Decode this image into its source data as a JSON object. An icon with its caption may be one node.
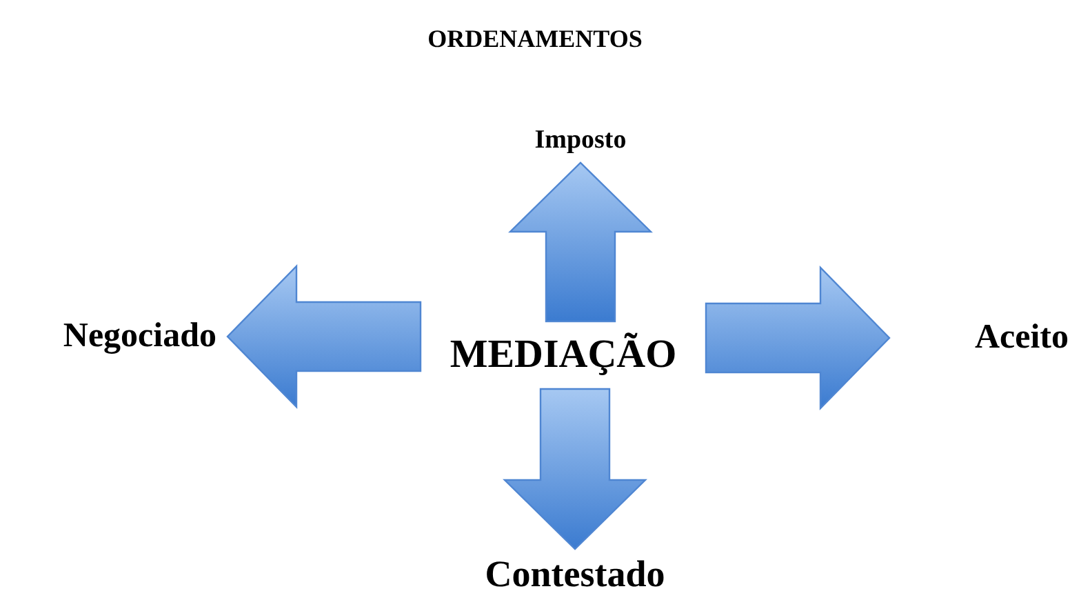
{
  "diagram": {
    "title": "ORDENAMENTOS",
    "nodes": [
      {
        "text": [
          "MEDIAÇÃO"
        ]
      },
      {
        "text": [
          "Imposto"
        ]
      },
      {
        "text": [
          "Negociado"
        ]
      },
      {
        "text": [
          "Aceito"
        ]
      },
      {
        "text": [
          "Contestado"
        ]
      }
    ],
    "edges": [
      {
        "from": 0,
        "to": 1,
        "arrow": "to",
        "style": "thick"
      },
      {
        "from": 0,
        "to": 2,
        "arrow": "to",
        "style": "thick"
      },
      {
        "from": 0,
        "to": 3,
        "arrow": "to",
        "style": "thick"
      },
      {
        "from": 0,
        "to": 4,
        "arrow": "to",
        "style": "thick"
      }
    ]
  }
}
